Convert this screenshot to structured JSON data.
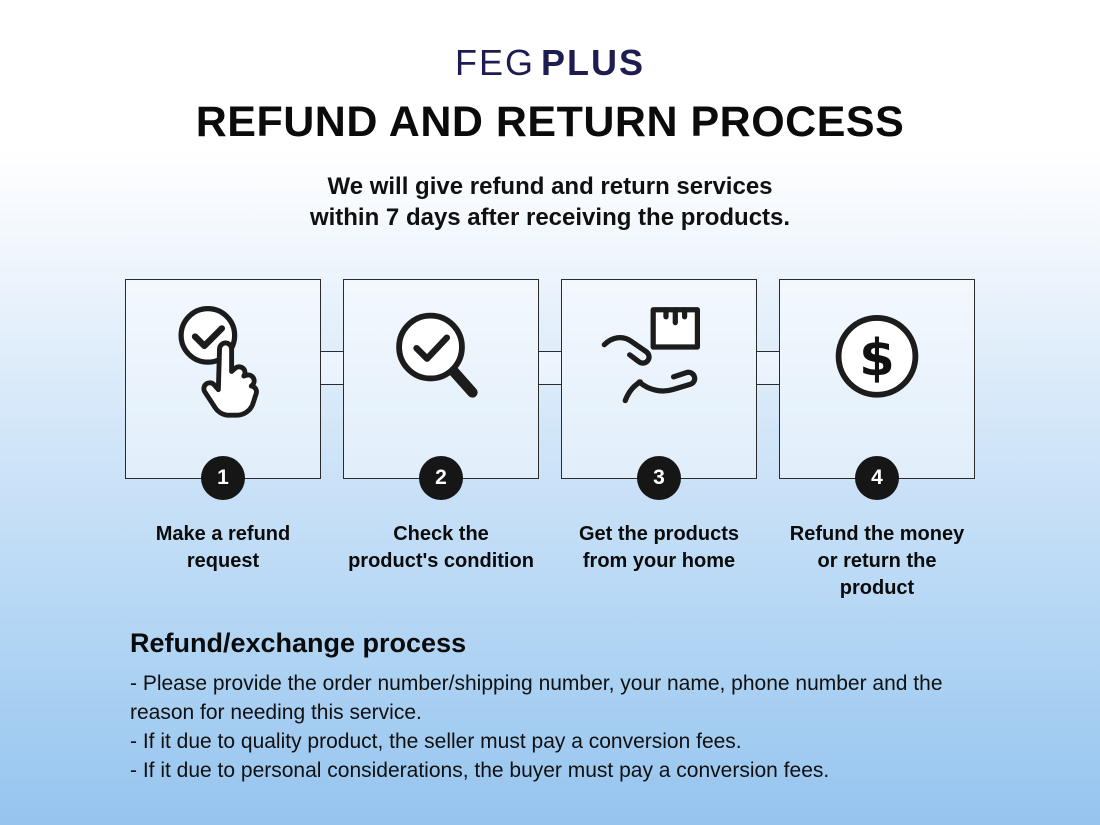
{
  "logo": {
    "part1": "FEG",
    "part2": "PLUS"
  },
  "title": "REFUND AND RETURN PROCESS",
  "subtitle_line1": "We will give refund and return services",
  "subtitle_line2": "within 7 days after receiving the products.",
  "steps": [
    {
      "number": "1",
      "icon": "tap-check-icon",
      "label": "Make a refund request"
    },
    {
      "number": "2",
      "icon": "magnifier-check-icon",
      "label": "Check the product's condition"
    },
    {
      "number": "3",
      "icon": "package-handover-icon",
      "label": "Get the products from your home"
    },
    {
      "number": "4",
      "icon": "dollar-circle-icon",
      "label": "Refund the money or return the product"
    }
  ],
  "refund_process": {
    "heading": "Refund/exchange process",
    "items": [
      "- Please provide the order number/shipping number, your name, phone number and the reason for needing this service.",
      "- If it due to quality product, the seller must pay a conversion fees.",
      "- If it due to personal considerations, the buyer must pay a conversion fees."
    ]
  },
  "colors": {
    "logo_navy": "#1d1d52",
    "background_bottom_blue": "#96c4ef",
    "step_badge_black": "#161616",
    "line_black": "#1c1c1c"
  }
}
